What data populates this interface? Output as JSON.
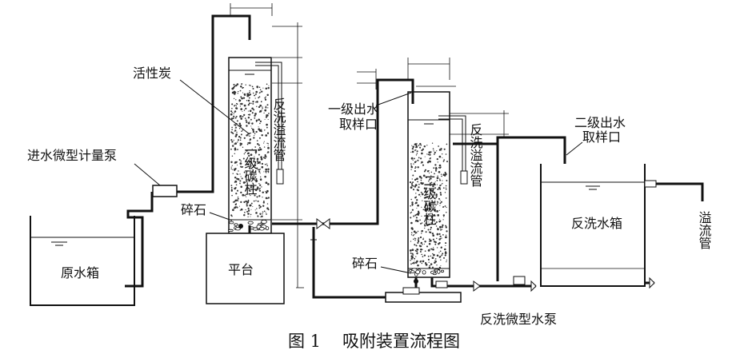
{
  "colors": {
    "ink": "#111111",
    "paper": "#ffffff",
    "carbon_dots": "#333333"
  },
  "labels": {
    "activated_carbon": "活性炭",
    "backwash_overflow_1": "反洗溢流管",
    "column_1": "一级碳柱",
    "inlet_pump": "进水微型计量泵",
    "gravel_1": "碎石",
    "raw_tank": "原水箱",
    "platform": "平台",
    "sample_1_line1": "一级出水",
    "sample_1_line2": "取样口",
    "backwash_overflow_2": "反洗溢流管",
    "column_2": "二级碳柱",
    "gravel_2": "碎石",
    "sample_2_line1": "二级出水",
    "sample_2_line2": "取样口",
    "backwash_tank": "反洗水箱",
    "overflow_pipe": "溢流管",
    "backwash_pump": "反洗微型水泵"
  },
  "caption": {
    "figure_no": "图 1",
    "title": "吸附装置流程图"
  }
}
